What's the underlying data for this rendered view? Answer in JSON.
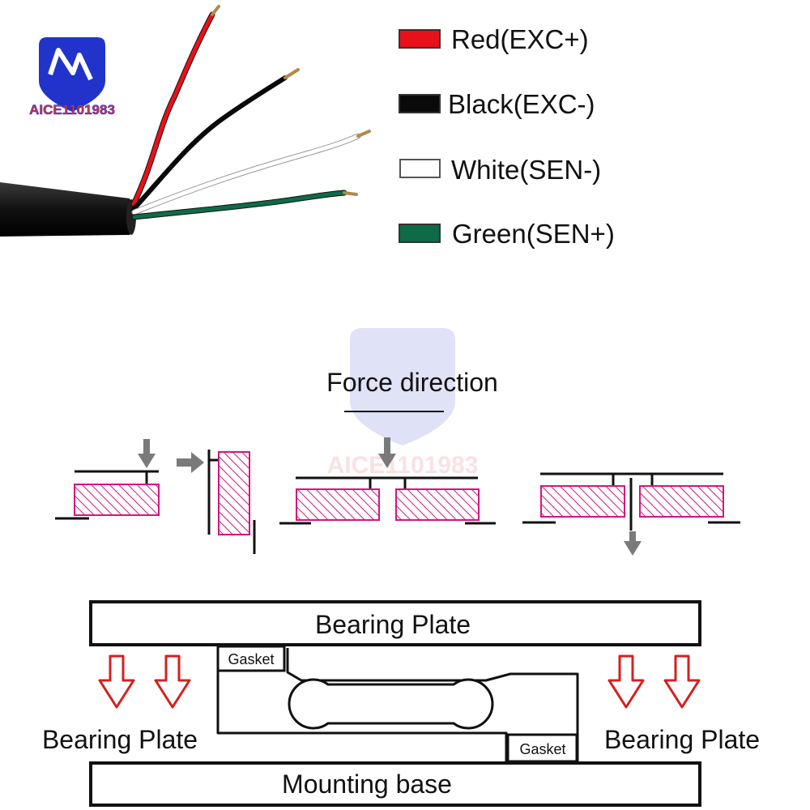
{
  "logo": {
    "text": "AICE1101983",
    "color": "#2233cc",
    "text_color": "#e03030"
  },
  "wiring": {
    "legend": [
      {
        "label": "Red(EXC+)",
        "color": "#e8101a"
      },
      {
        "label": "Black(EXC-)",
        "color": "#0a0a0a"
      },
      {
        "label": "White(SEN-)",
        "color": "#ffffff"
      },
      {
        "label": "Green(SEN+)",
        "color": "#0e6b48"
      }
    ]
  },
  "force": {
    "title": "Force direction",
    "element_color": "#d4157f",
    "arrow_color": "#7a7a7a"
  },
  "mounting": {
    "top_plate": "Bearing Plate",
    "base": "Mounting base",
    "gasket_top": "Gasket",
    "gasket_bottom": "Gasket",
    "left_label": "Bearing Plate",
    "right_label": "Bearing Plate",
    "arrow_color": "#d42020"
  }
}
